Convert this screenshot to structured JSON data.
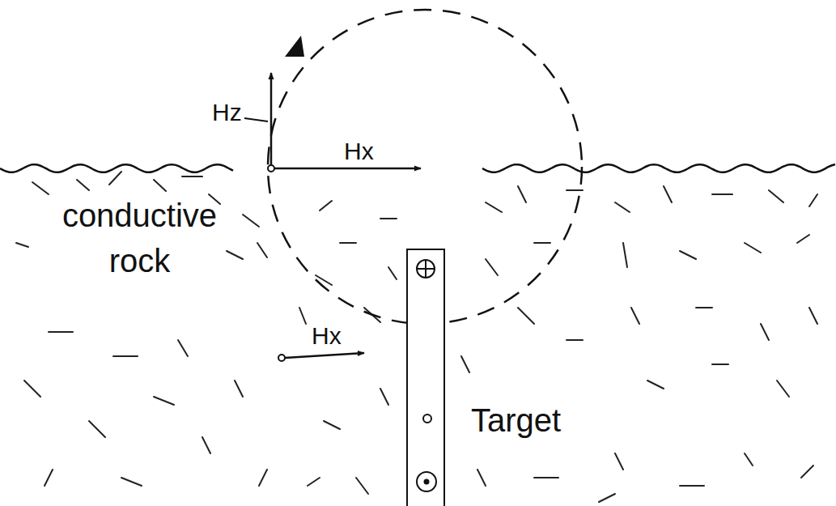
{
  "diagram": {
    "nodes": [
      {
        "text": [
          "Target"
        ]
      }
    ],
    "labels": [
      "Hz",
      "Hx",
      "conductive rock",
      "Hx"
    ]
  }
}
